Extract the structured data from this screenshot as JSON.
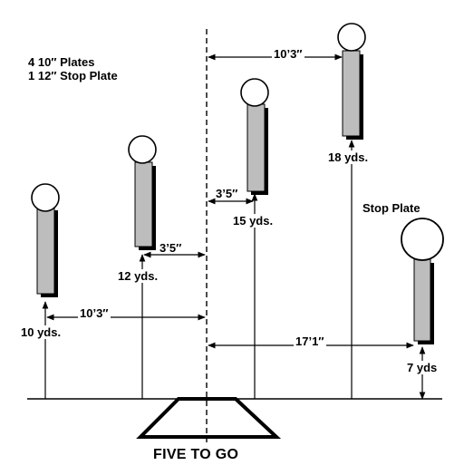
{
  "legend": {
    "line1": "4 10″ Plates",
    "line2": "1 12″ Stop Plate"
  },
  "title": "FIVE TO GO",
  "labels": {
    "top_span": "10’3″",
    "left_span": "10’3″",
    "stop_span": "17’1″",
    "offset_12": "3’5″",
    "offset_15": "3’5″",
    "plate1_dist": "10 yds.",
    "plate2_dist": "12 yds.",
    "plate3_dist": "15 yds.",
    "plate4_dist": "18 yds.",
    "stop_dist": "7 yds",
    "stop_plate": "Stop Plate"
  },
  "colors": {
    "post_fill": "#bdbdbd",
    "post_shadow": "#000000",
    "plate_fill": "#ffffff",
    "line": "#000000"
  }
}
